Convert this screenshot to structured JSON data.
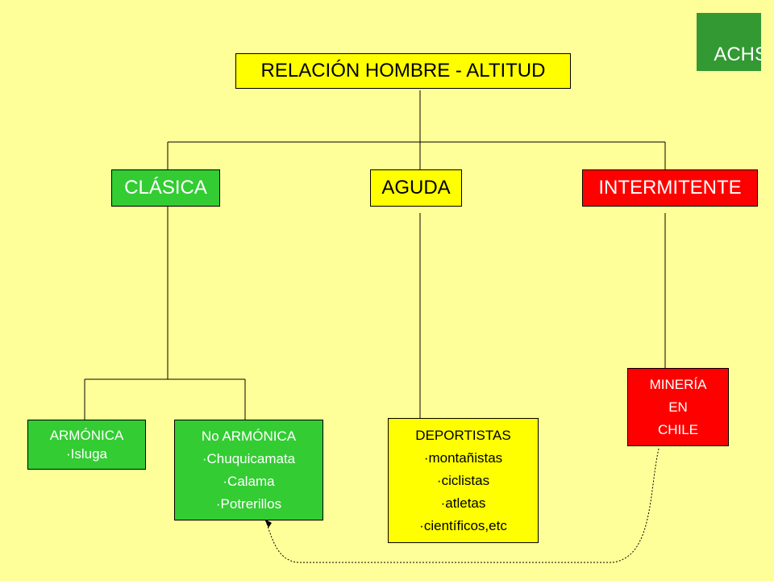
{
  "logo": {
    "text": "ACHS"
  },
  "root": {
    "label": "RELACIÓN HOMBRE - ALTITUD"
  },
  "types": {
    "clasica": "CLÁSICA",
    "aguda": "AGUDA",
    "intermitente": "INTERMITENTE"
  },
  "leaves": {
    "armonica": [
      "ARMÓNICA",
      "·Isluga"
    ],
    "no_armonica": [
      "No ARMÓNICA",
      "·Chuquicamata",
      "·Calama",
      "·Potrerillos"
    ],
    "deportistas": [
      "DEPORTISTAS",
      "·montañistas",
      "·ciclistas",
      "·atletas",
      "·científicos,etc"
    ],
    "mineria": [
      "MINERÍA",
      "EN",
      "CHILE"
    ]
  },
  "colors": {
    "background": "#ffff99",
    "yellow": "#ffff00",
    "green": "#33cc33",
    "red": "#ff0000",
    "logo": "#339933"
  }
}
